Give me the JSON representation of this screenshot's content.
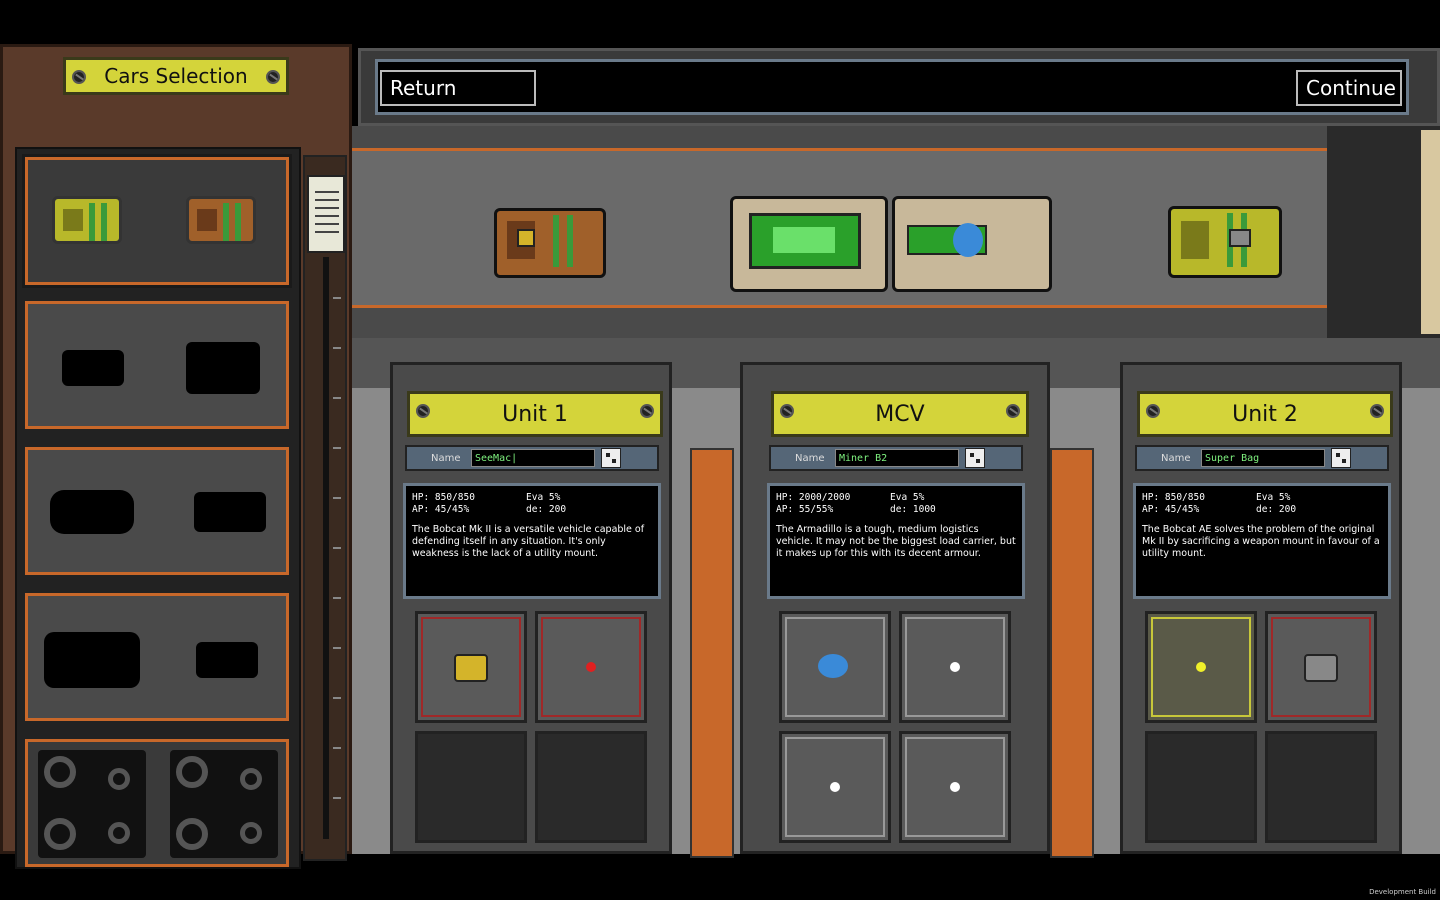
{
  "left_panel": {
    "title": "Cars Selection"
  },
  "top_bar": {
    "return_label": "Return",
    "continue_label": "Continue"
  },
  "units": [
    {
      "title": "Unit 1",
      "name_label": "Name",
      "name_value": "SeeMac|",
      "hp": "HP: 850/850",
      "ap": "AP: 45/45%",
      "eva": "Eva 5%",
      "de": "de: 200",
      "description": "The Bobcat Mk II is a versatile vehicle capable of defending itself in any situation. It's only weakness is the lack of a utility mount."
    },
    {
      "title": "MCV",
      "name_label": "Name",
      "name_value": "Miner B2",
      "hp": "HP: 2000/2000",
      "ap": "AP: 55/55%",
      "eva": "Eva 5%",
      "de": "de: 1000",
      "description": "The Armadillo is a tough, medium logistics vehicle. It may not be the biggest load carrier, but it makes up for this with its decent armour."
    },
    {
      "title": "Unit 2",
      "name_label": "Name",
      "name_value": "Super Bag",
      "hp": "HP: 850/850",
      "ap": "AP: 45/45%",
      "eva": "Eva 5%",
      "de": "de: 200",
      "description": "The Bobcat AE solves the problem of the original Mk II by sacrificing a weapon mount in favour of a utility mount."
    }
  ],
  "footer": {
    "dev_build": "Development Build"
  },
  "colors": {
    "panel_brown": "#5a3a2a",
    "accent_orange": "#c8682a",
    "header_yellow": "#d4d43a",
    "name_green": "#7ef07e"
  }
}
